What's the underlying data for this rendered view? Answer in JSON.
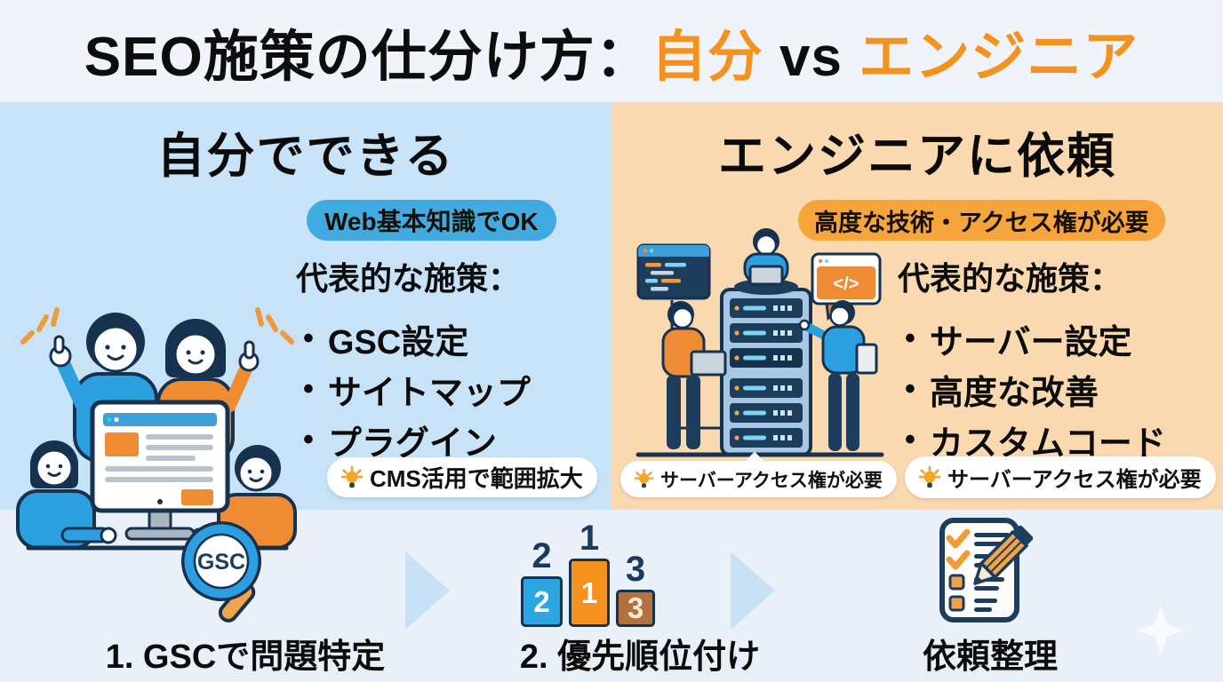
{
  "title": {
    "black_part": "SEO施策の仕分け方：",
    "self_part": "自分",
    "vs_part": " vs ",
    "engineer_part": "エンジニア"
  },
  "glyphs": {
    "bullet": "•",
    "code_tag": "</>"
  },
  "left_panel": {
    "heading": "自分でできる",
    "badge": "Web基本知識でOK",
    "list_title": "代表的な施策：",
    "items": [
      "GSC設定",
      "サイトマップ",
      "プラグイン"
    ],
    "note": "CMS活用で範囲拡大"
  },
  "right_panel": {
    "heading": "エンジニアに依頼",
    "badge": "高度な技術・アクセス権が必要",
    "list_title": "代表的な施策：",
    "items": [
      "サーバー設定",
      "高度な改善",
      "カスタムコード"
    ],
    "notes": [
      "サーバーアクセス権が必要",
      "サーバーアクセス権が必要"
    ]
  },
  "steps": [
    {
      "label": "1. GSCで問題特定",
      "icon": "gsc-magnifier-icon",
      "icon_text": "GSC"
    },
    {
      "label": "2. 優先順位付け",
      "icon": "priority-podium-icon",
      "podium": {
        "top": [
          "2",
          "1",
          "3"
        ],
        "blocks": [
          "2",
          "1",
          "3"
        ]
      }
    },
    {
      "label": "依頼整理",
      "icon": "request-checklist-icon"
    }
  ],
  "colors": {
    "accent_orange": "#f5921e",
    "panel_left_bg": "#c8e3f7",
    "panel_right_bg": "#fbd9b0",
    "badge_blue": "#41abe1",
    "badge_orange": "#f6a53d",
    "arrow_blue": "#c7e2f6",
    "podium_blue": "#2aa7e2",
    "podium_orange": "#f5921e",
    "podium_brown": "#b2713d",
    "navy_outline": "#17324e",
    "background": "#eef2f8"
  }
}
